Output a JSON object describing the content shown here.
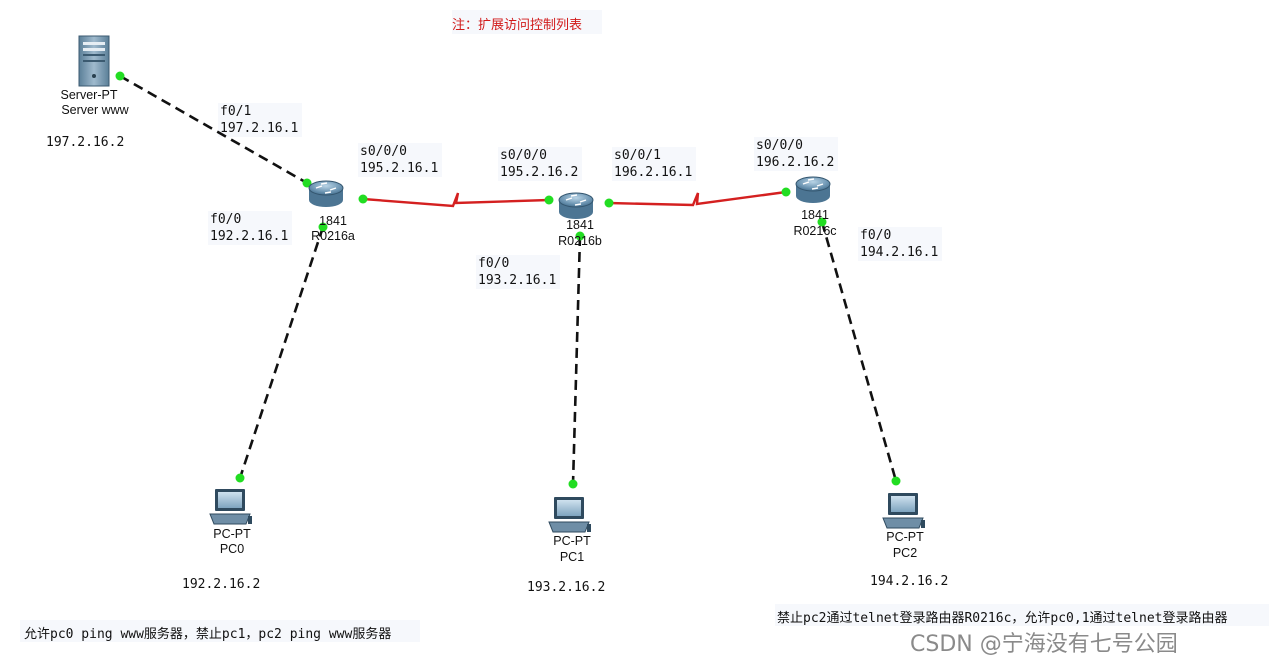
{
  "title_note": "注：扩展访问控制列表",
  "devices": {
    "server": {
      "type_label": "Server-PT",
      "name": "Server www",
      "ip": "197.2.16.2"
    },
    "router_a": {
      "model": "1841",
      "name": "R0216a"
    },
    "router_b": {
      "model": "1841",
      "name": "R0216b"
    },
    "router_c": {
      "model": "1841",
      "name": "R0216c"
    },
    "pc0": {
      "type_label": "PC-PT",
      "name": "PC0",
      "ip": "192.2.16.2"
    },
    "pc1": {
      "type_label": "PC-PT",
      "name": "PC1",
      "ip": "193.2.16.2"
    },
    "pc2": {
      "type_label": "PC-PT",
      "name": "PC2",
      "ip": "194.2.16.2"
    }
  },
  "interfaces": {
    "ra_f01": {
      "port": "f0/1",
      "ip": "197.2.16.1"
    },
    "ra_s000": {
      "port": "s0/0/0",
      "ip": "195.2.16.1"
    },
    "ra_f00": {
      "port": "f0/0",
      "ip": "192.2.16.1"
    },
    "rb_s000": {
      "port": "s0/0/0",
      "ip": "195.2.16.2"
    },
    "rb_s001": {
      "port": "s0/0/1",
      "ip": "196.2.16.1"
    },
    "rb_f00": {
      "port": "f0/0",
      "ip": "193.2.16.1"
    },
    "rc_s000": {
      "port": "s0/0/0",
      "ip": "196.2.16.2"
    },
    "rc_f00": {
      "port": "f0/0",
      "ip": "194.2.16.1"
    }
  },
  "notes": {
    "bottom_left": "允许pc0 ping www服务器，禁止pc1，pc2 ping www服务器",
    "bottom_right": "禁止pc2通过telnet登录路由器R0216c，允许pc0,1通过telnet登录路由器"
  },
  "watermark": "CSDN @宁海没有七号公园",
  "colors": {
    "serial_link": "#d42020",
    "ethernet_link": "#111111",
    "link_port": "#22dd22",
    "title_note": "#d11a1a"
  }
}
